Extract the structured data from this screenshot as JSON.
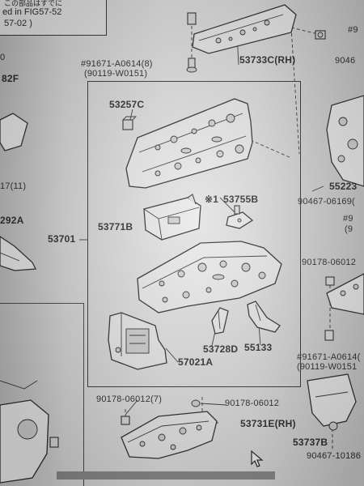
{
  "header": {
    "line1": "この部品はすでに",
    "line2": "ed in FIG57-52",
    "line3": "57-02 )"
  },
  "labels": {
    "p53733c": "53733C(RH)",
    "bolt_top_a": "#91671-A0614(8)",
    "bolt_top_b": "(90119-W0151)",
    "top_right_a": "#9",
    "top_right_b": "9046",
    "p53257c": "53257C",
    "p53755b": "53755B",
    "p53755b_mark": "※1",
    "p53771b": "53771B",
    "p53701": "53701",
    "p55223": "55223",
    "r_90467_a": "90467-06169(",
    "r_9": "#9",
    "r_paren": "(9",
    "r_90178": "90178-06012",
    "p53728d": "53728D",
    "p55133": "55133",
    "p57021a": "57021A",
    "r_bolt_a": "#91671-A0614(",
    "r_bolt_b": "(90119-W0151",
    "b_90178_a": "90178-06012(7)",
    "b_90178_b": "90178-06012",
    "p53731e": "53731E(RH)",
    "p53737b": "53737B",
    "r_90467_b": "90467-10186",
    "left_82f": "82F",
    "left_17": "17(11)",
    "left_292a": "292A",
    "left_0": "0"
  },
  "icons": [
    "mouse-cursor-icon"
  ]
}
